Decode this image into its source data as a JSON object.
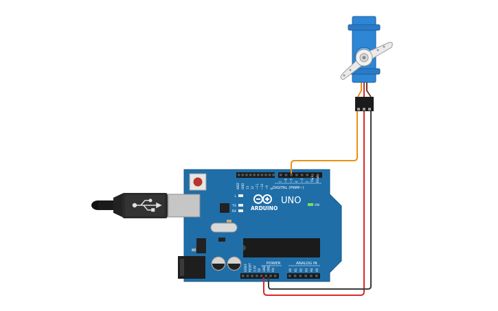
{
  "board": {
    "brand": "ARDUINO",
    "model": "UNO",
    "on_label": "ON",
    "digital_header_label": "DIGITAL (PWM~)",
    "power_label": "POWER",
    "analog_label": "ANALOG IN",
    "led_labels": [
      "L",
      "TX",
      "RX"
    ],
    "digital_pins": [
      "AREF",
      "GND",
      "13",
      "12",
      "~11",
      "~10",
      "~9",
      "8",
      "7",
      "~6",
      "~5",
      "4",
      "~3",
      "2",
      "TX▸1",
      "RX◂0"
    ],
    "power_pins": [
      "IOREF",
      "RESET",
      "3.3V",
      "5V",
      "GND",
      "GND",
      "Vin"
    ],
    "analog_pins": [
      "A0",
      "A1",
      "A2",
      "A3",
      "A4",
      "A5"
    ],
    "board_color": "#1f6ea8"
  },
  "servo": {
    "body_color": "#2e86d6"
  },
  "wires": [
    {
      "name": "signal",
      "color": "#e8900f"
    },
    {
      "name": "power",
      "color": "#d62828"
    },
    {
      "name": "ground",
      "color": "#3a3a3a"
    }
  ],
  "usb_cable": {
    "color": "#1a1a1a"
  }
}
